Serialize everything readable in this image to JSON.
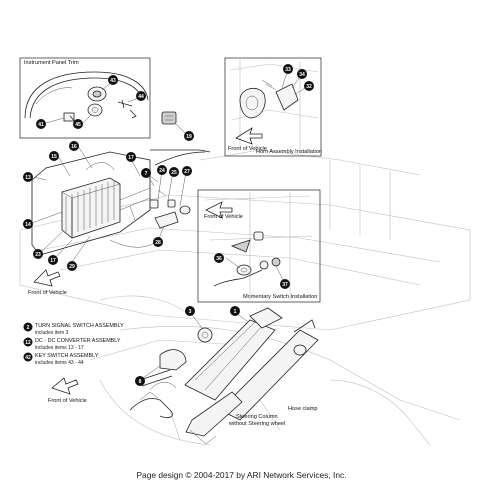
{
  "footer": "Page design © 2004-2017 by ARI Network Services, Inc.",
  "insets": {
    "instrument_panel": "Instrument Panel Trim",
    "horn_assembly": "Horn Assembly Installation",
    "momentary_switch": "Momentary Switch Installation"
  },
  "captions": {
    "front_of_vehicle": "Front of Vehicle",
    "hose_clamp": "Hose clamp",
    "steering_column_1": "Steering Column",
    "steering_column_2": "without Steering wheel"
  },
  "legend": [
    {
      "num": "2",
      "title": "TURN SIGNAL SWITCH ASSEMBLY",
      "sub": "includes item 3"
    },
    {
      "num": "12",
      "title": "DC - DC CONVERTER ASSEMBLY",
      "sub": "includes items 13 - 17"
    },
    {
      "num": "42",
      "title": "KEY SWITCH ASSEMBLY",
      "sub": "includes items 43 - 44"
    }
  ],
  "callouts": {
    "c43": "43",
    "c44": "44",
    "c41": "41",
    "c45": "45",
    "c19": "19",
    "c33": "33",
    "c34": "34",
    "c32": "32",
    "c16": "16",
    "c15": "15",
    "c17a": "17",
    "c13": "13",
    "c7": "7",
    "c24": "24",
    "c25": "25",
    "c27": "27",
    "c14": "14",
    "c23": "23",
    "c17b": "17",
    "c29": "29",
    "c28": "28",
    "c36": "36",
    "c37": "37",
    "c3": "3",
    "c1": "1",
    "c8": "8"
  },
  "colors": {
    "ink": "#222222",
    "callout_fill": "#111111",
    "paper": "#ffffff"
  }
}
